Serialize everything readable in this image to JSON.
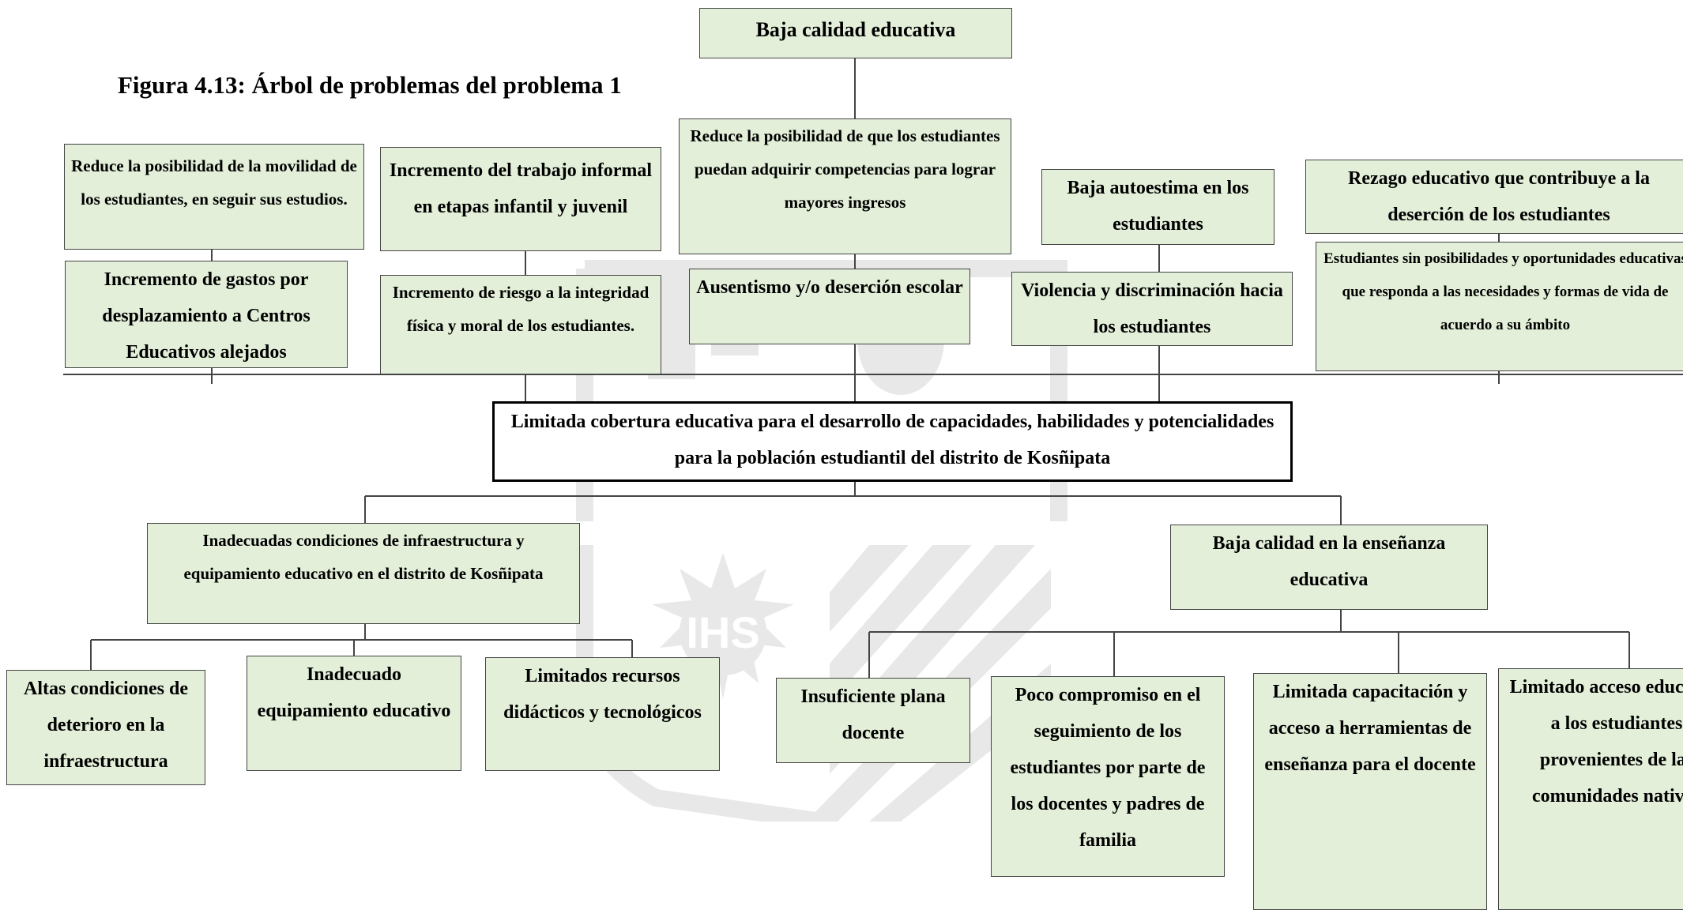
{
  "figure": {
    "caption": "Figura 4.13: Árbol de problemas del problema 1",
    "watermark_text": "IHS"
  },
  "top_effect": "Baja calidad educativa",
  "effects_upper": [
    "Reduce la posibilidad de la movilidad de los estudiantes, en seguir sus estudios.",
    "Incremento del trabajo informal en etapas infantil y juvenil",
    "Reduce la posibilidad de que los estudiantes puedan adquirir competencias para lograr mayores ingresos",
    "Baja autoestima en los estudiantes",
    "Rezago educativo que contribuye a la deserción de los estudiantes"
  ],
  "effects_lower": [
    "Incremento de gastos por desplazamiento a Centros Educativos alejados",
    "Incremento de riesgo a la integridad física y moral de los estudiantes.",
    "Ausentismo y/o deserción escolar",
    "Violencia y discriminación hacia los estudiantes",
    "Estudiantes sin posibilidades y oportunidades educativas que responda a las necesidades y formas de vida de acuerdo a su ámbito"
  ],
  "central_problem": "Limitada cobertura educativa para el desarrollo de capacidades, habilidades y potencialidades para la población estudiantil del distrito de Kosñipata",
  "causes": [
    {
      "label": "Inadecuadas condiciones de infraestructura y equipamiento educativo en el distrito de Kosñipata",
      "sub": [
        "Altas condiciones de deterioro en la infraestructura",
        "Inadecuado equipamiento educativo",
        "Limitados recursos didácticos y tecnológicos"
      ]
    },
    {
      "label": "Baja calidad en la enseñanza educativa",
      "sub": [
        "Insuficiente plana docente",
        "Poco compromiso en el seguimiento de los estudiantes por parte de los docentes y padres de familia",
        "Limitada capacitación y acceso a herramientas de enseñanza para el docente",
        "Limitado acceso educativo a los estudiantes provenientes de las comunidades nativas"
      ]
    }
  ]
}
